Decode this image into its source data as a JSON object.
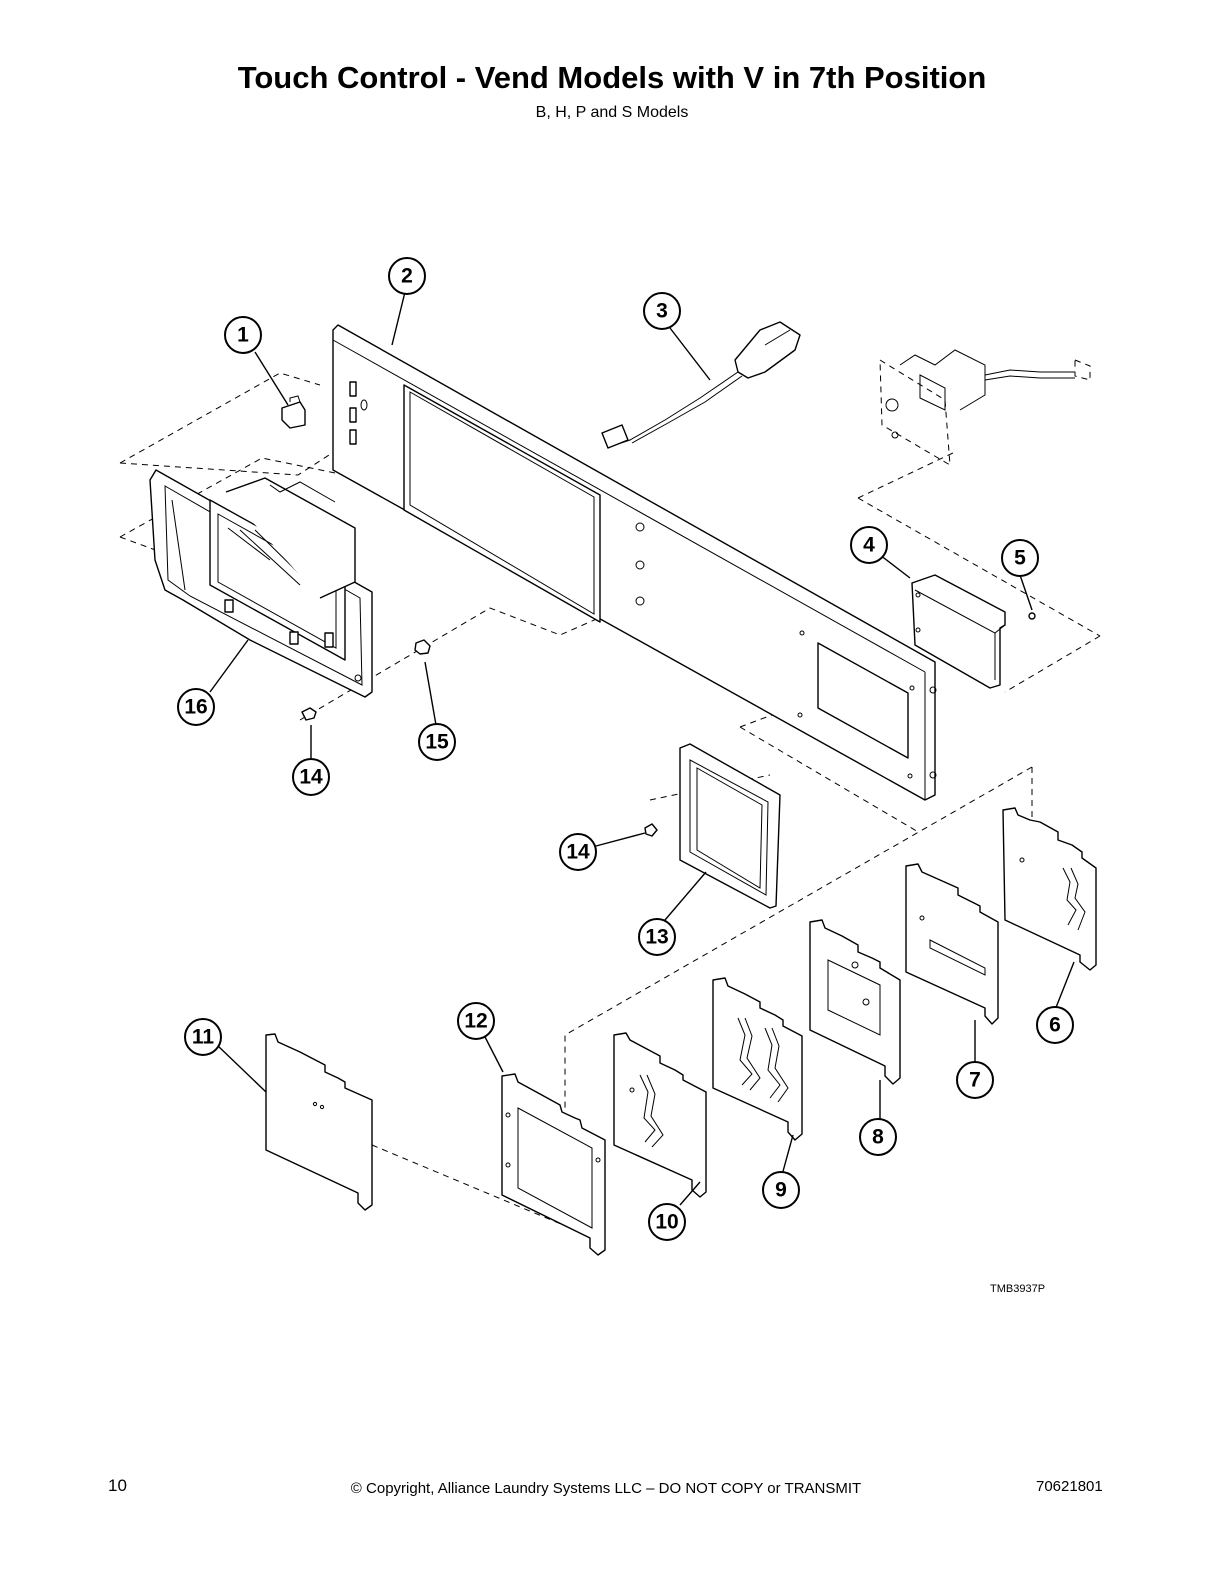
{
  "header": {
    "title": "Touch Control - Vend Models with V in 7th Position",
    "subtitle": "B, H, P and S Models"
  },
  "diagram": {
    "drawing_code": "TMB3937P",
    "callouts": [
      "1",
      "2",
      "3",
      "4",
      "5",
      "6",
      "7",
      "8",
      "9",
      "10",
      "11",
      "12",
      "13",
      "14",
      "14",
      "15",
      "16"
    ]
  },
  "footer": {
    "page_number": "10",
    "copyright": "© Copyright, Alliance Laundry Systems LLC – DO NOT COPY or TRANSMIT",
    "document_number": "70621801"
  }
}
